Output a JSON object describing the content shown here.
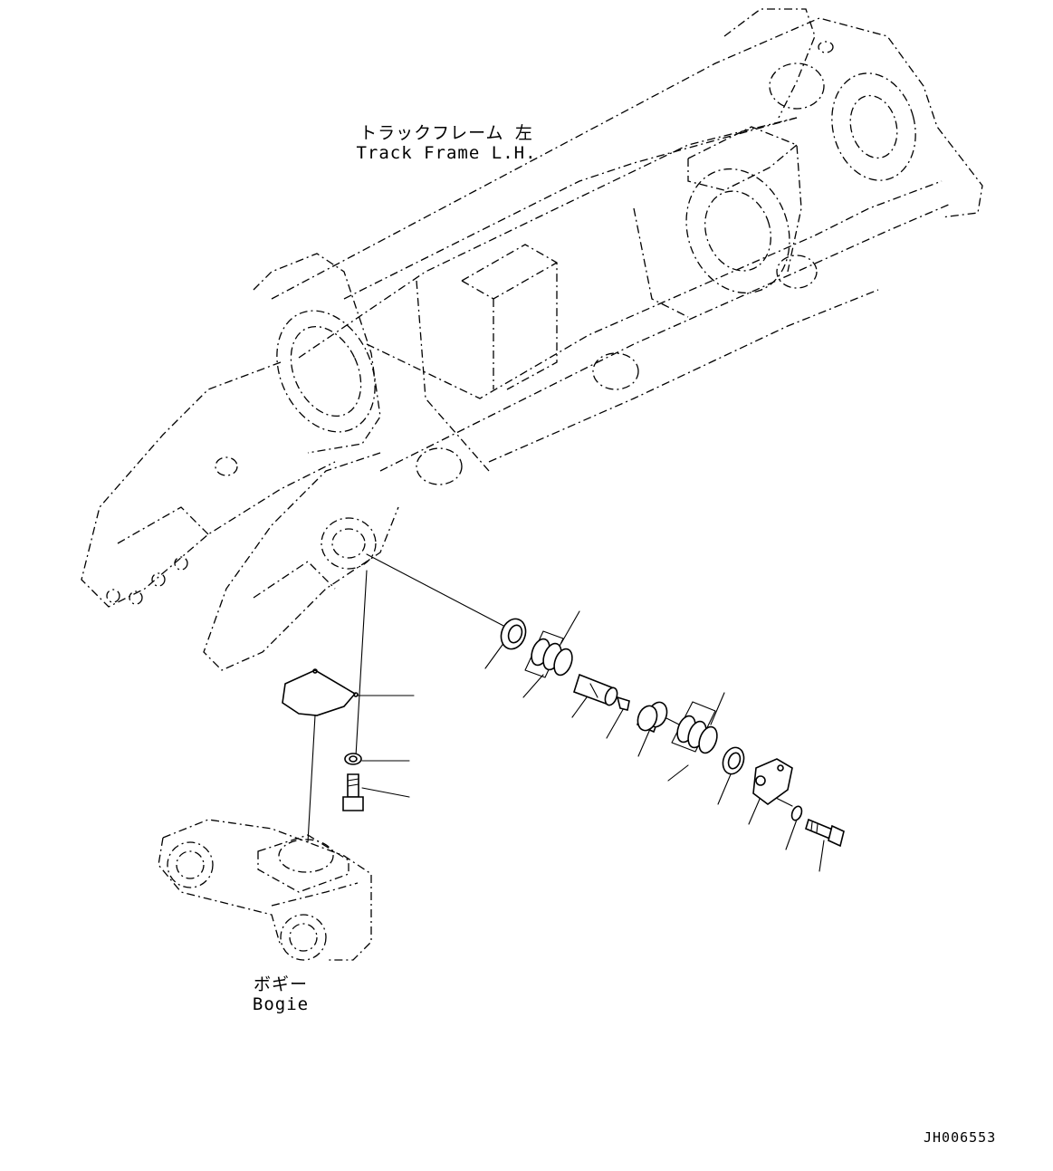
{
  "labels": {
    "track_frame_jp": "トラックフレーム 左",
    "track_frame_en": "Track Frame L.H.",
    "bogie_jp": "ボギー",
    "bogie_en": "Bogie",
    "drawing_id": "JH006553"
  },
  "parts": [
    {
      "name": "seal-ring-outer"
    },
    {
      "name": "o-ring-pair-1"
    },
    {
      "name": "pin"
    },
    {
      "name": "plug"
    },
    {
      "name": "bushing"
    },
    {
      "name": "o-ring-pair-2"
    },
    {
      "name": "seal-ring-inner"
    },
    {
      "name": "cover-plate"
    },
    {
      "name": "washer-right"
    },
    {
      "name": "bolt-right"
    },
    {
      "name": "cap-cover"
    },
    {
      "name": "washer-left"
    },
    {
      "name": "bolt-left"
    }
  ]
}
